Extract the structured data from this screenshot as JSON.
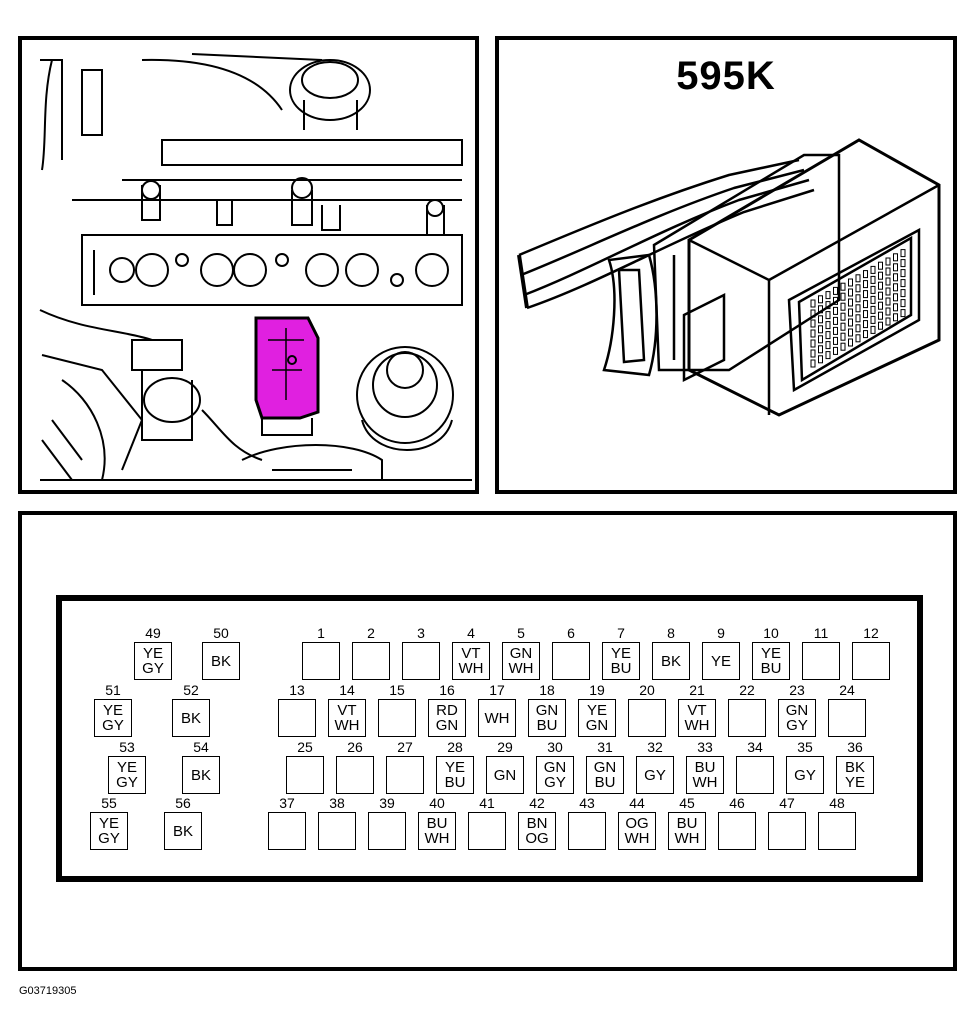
{
  "connector_title": "595K",
  "figure_id": "G03719305",
  "pins": [
    {
      "n": "49",
      "c": [
        "YE",
        "GY"
      ]
    },
    {
      "n": "50",
      "c": [
        "BK"
      ]
    },
    {
      "n": "1",
      "c": []
    },
    {
      "n": "2",
      "c": []
    },
    {
      "n": "3",
      "c": []
    },
    {
      "n": "4",
      "c": [
        "VT",
        "WH"
      ]
    },
    {
      "n": "5",
      "c": [
        "GN",
        "WH"
      ]
    },
    {
      "n": "6",
      "c": []
    },
    {
      "n": "7",
      "c": [
        "YE",
        "BU"
      ]
    },
    {
      "n": "8",
      "c": [
        "BK"
      ]
    },
    {
      "n": "9",
      "c": [
        "YE"
      ]
    },
    {
      "n": "10",
      "c": [
        "YE",
        "BU"
      ]
    },
    {
      "n": "11",
      "c": []
    },
    {
      "n": "12",
      "c": []
    },
    {
      "n": "51",
      "c": [
        "YE",
        "GY"
      ]
    },
    {
      "n": "52",
      "c": [
        "BK"
      ]
    },
    {
      "n": "13",
      "c": []
    },
    {
      "n": "14",
      "c": [
        "VT",
        "WH"
      ]
    },
    {
      "n": "15",
      "c": []
    },
    {
      "n": "16",
      "c": [
        "RD",
        "GN"
      ]
    },
    {
      "n": "17",
      "c": [
        "WH"
      ]
    },
    {
      "n": "18",
      "c": [
        "GN",
        "BU"
      ]
    },
    {
      "n": "19",
      "c": [
        "YE",
        "GN"
      ]
    },
    {
      "n": "20",
      "c": []
    },
    {
      "n": "21",
      "c": [
        "VT",
        "WH"
      ]
    },
    {
      "n": "22",
      "c": []
    },
    {
      "n": "23",
      "c": [
        "GN",
        "GY"
      ]
    },
    {
      "n": "24",
      "c": []
    },
    {
      "n": "53",
      "c": [
        "YE",
        "GY"
      ]
    },
    {
      "n": "54",
      "c": [
        "BK"
      ]
    },
    {
      "n": "25",
      "c": []
    },
    {
      "n": "26",
      "c": []
    },
    {
      "n": "27",
      "c": []
    },
    {
      "n": "28",
      "c": [
        "YE",
        "BU"
      ]
    },
    {
      "n": "29",
      "c": [
        "GN"
      ]
    },
    {
      "n": "30",
      "c": [
        "GN",
        "GY"
      ]
    },
    {
      "n": "31",
      "c": [
        "GN",
        "BU"
      ]
    },
    {
      "n": "32",
      "c": [
        "GY"
      ]
    },
    {
      "n": "33",
      "c": [
        "BU",
        "WH"
      ]
    },
    {
      "n": "34",
      "c": []
    },
    {
      "n": "35",
      "c": [
        "GY"
      ]
    },
    {
      "n": "36",
      "c": [
        "BK",
        "YE"
      ]
    },
    {
      "n": "55",
      "c": [
        "YE",
        "GY"
      ]
    },
    {
      "n": "56",
      "c": [
        "BK"
      ]
    },
    {
      "n": "37",
      "c": []
    },
    {
      "n": "38",
      "c": []
    },
    {
      "n": "39",
      "c": []
    },
    {
      "n": "40",
      "c": [
        "BU",
        "WH"
      ]
    },
    {
      "n": "41",
      "c": []
    },
    {
      "n": "42",
      "c": [
        "BN",
        "OG"
      ]
    },
    {
      "n": "43",
      "c": []
    },
    {
      "n": "44",
      "c": [
        "OG",
        "WH"
      ]
    },
    {
      "n": "45",
      "c": [
        "BU",
        "WH"
      ]
    },
    {
      "n": "46",
      "c": []
    },
    {
      "n": "47",
      "c": []
    },
    {
      "n": "48",
      "c": []
    }
  ],
  "colors": {
    "highlight": "#e020e0",
    "line": "#000000",
    "background": "#ffffff"
  }
}
